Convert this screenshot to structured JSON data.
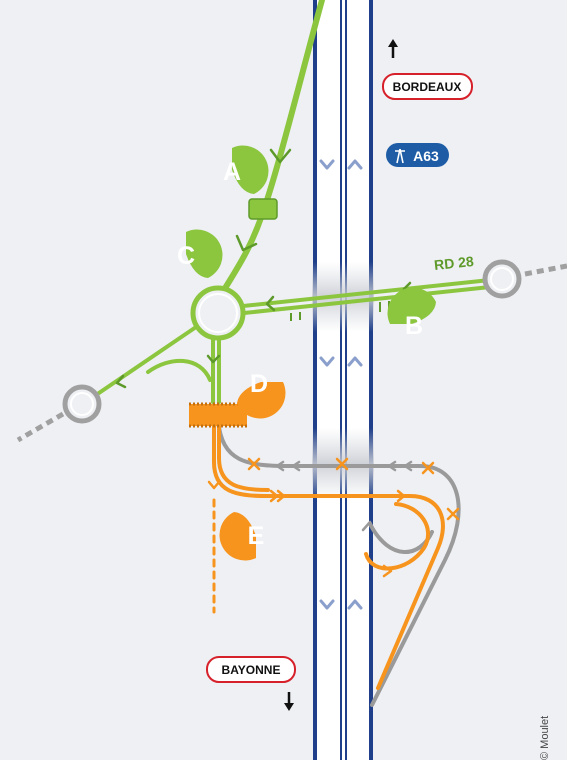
{
  "map": {
    "destination_north": "BORDEAUX",
    "destination_south": "BAYONNE",
    "motorway_shield": "A63",
    "road_label": "RD 28",
    "credit": "© Moulet"
  },
  "markers": [
    {
      "letter": "A",
      "status": "existing"
    },
    {
      "letter": "B",
      "status": "existing"
    },
    {
      "letter": "C",
      "status": "existing"
    },
    {
      "letter": "D",
      "status": "planned"
    },
    {
      "letter": "E",
      "status": "planned"
    }
  ],
  "colors": {
    "background": "#eef0f4",
    "motorway_edge": "#1f3f8a",
    "motorway_surface": "#ffffff",
    "existing_road": "#8cc63f",
    "existing_road_dark": "#5e9a2a",
    "planned_road": "#f7941d",
    "removed_road": "#9a9a9a",
    "roundabout_grey": "#a0a0a0",
    "direction_chevron": "#8a9fcc",
    "label_border": "#d6202a",
    "shield_bg": "#1e5da6"
  },
  "icons": {
    "north_arrow": "arrow-up-icon",
    "south_arrow": "arrow-down-icon",
    "shield_pictogram": "motorway-icon",
    "cross_marks": "cross-icon"
  }
}
